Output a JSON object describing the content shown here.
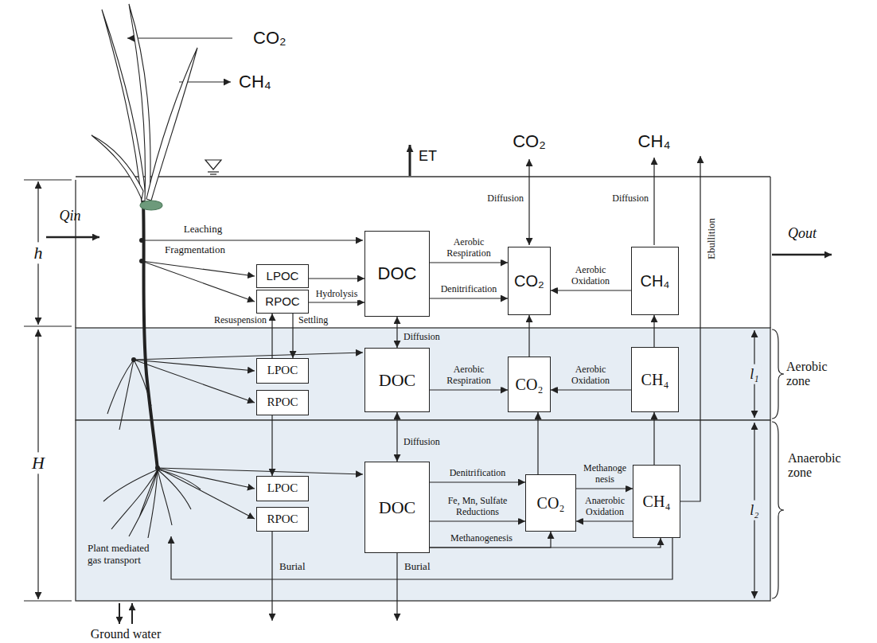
{
  "diagram": {
    "nodes": [
      {
        "text": [
          "LPOC"
        ]
      },
      {
        "text": [
          "RPOC"
        ]
      },
      {
        "text": [
          "DOC"
        ]
      },
      {
        "text": [
          "CO₂"
        ]
      },
      {
        "text": [
          "CH₄"
        ]
      },
      {
        "text": [
          "l₁",
          "Aerobic zone"
        ]
      },
      {
        "text": [
          "LPOC"
        ],
        "in": 5
      },
      {
        "text": [
          "RPOC"
        ],
        "in": 5
      },
      {
        "text": [
          "DOC"
        ],
        "in": 5
      },
      {
        "text": [
          "CO₂"
        ],
        "in": 5
      },
      {
        "text": [
          "CH₄"
        ],
        "in": 5
      },
      {
        "text": [
          "l₂",
          "Anaerobic zone"
        ]
      },
      {
        "text": [
          "LPOC"
        ],
        "in": 11
      },
      {
        "text": [
          "RPOC"
        ],
        "in": 11
      },
      {
        "text": [
          "DOC"
        ],
        "in": 11
      },
      {
        "text": [
          "CO₂"
        ],
        "in": 11
      },
      {
        "text": [
          "CH₄"
        ],
        "in": 11
      }
    ],
    "edges": [
      {
        "from": 0,
        "to": 2,
        "arrow": "to"
      },
      {
        "from": 1,
        "to": 2,
        "label": "Hydrolysis",
        "arrow": "to"
      },
      {
        "from": 2,
        "to": 3,
        "label": "Aerobic Respiration",
        "arrow": "to"
      },
      {
        "from": 2,
        "to": 3,
        "label": "Denitrification",
        "arrow": "to"
      },
      {
        "from": 4,
        "to": 3,
        "label": "Aerobic Oxidation",
        "arrow": "to"
      },
      {
        "from": 6,
        "to": 1,
        "label": "Resuspension",
        "arrow": "to"
      },
      {
        "from": 1,
        "to": 6,
        "label": "Settling",
        "arrow": "to"
      },
      {
        "from": 2,
        "to": 8,
        "label": "Diffusion",
        "arrow": "both"
      },
      {
        "from": 9,
        "to": 3,
        "arrow": "to"
      },
      {
        "from": 10,
        "to": 4,
        "arrow": "to"
      },
      {
        "from": 8,
        "to": 9,
        "label": "Aerobic Respiration",
        "arrow": "to"
      },
      {
        "from": 10,
        "to": 9,
        "label": "Aerobic Oxidation",
        "arrow": "to"
      },
      {
        "from": 7,
        "to": 12,
        "arrow": "to"
      },
      {
        "from": 8,
        "to": 14,
        "label": "Diffusion",
        "arrow": "both"
      },
      {
        "from": 15,
        "to": 9,
        "arrow": "to"
      },
      {
        "from": 16,
        "to": 10,
        "arrow": "to"
      },
      {
        "from": 14,
        "to": 15,
        "label": "Denitrification",
        "arrow": "to"
      },
      {
        "from": 14,
        "to": 15,
        "label": "Fe, Mn, Sulfate Reductions",
        "arrow": "to"
      },
      {
        "from": 15,
        "to": 16,
        "label": "Methanoge nesis",
        "arrow": "to"
      },
      {
        "from": 16,
        "to": 15,
        "label": "Anaerobic Oxidation",
        "arrow": "to"
      },
      {
        "from": 14,
        "to": 16,
        "label": "Methanogenesis",
        "arrow": "to"
      },
      {
        "from": 14,
        "to": 15,
        "arrow": "to"
      }
    ],
    "labels": [
      "CO₂",
      "CH₄",
      "ET",
      "CO₂",
      "CH₄",
      "Diffusion",
      "Diffusion",
      "Qin",
      "Qout",
      "h",
      "H",
      "Leaching",
      "Fragmentation",
      "Ebullition",
      "Plant mediated gas transport",
      "Burial",
      "Burial",
      "Ground water"
    ]
  }
}
